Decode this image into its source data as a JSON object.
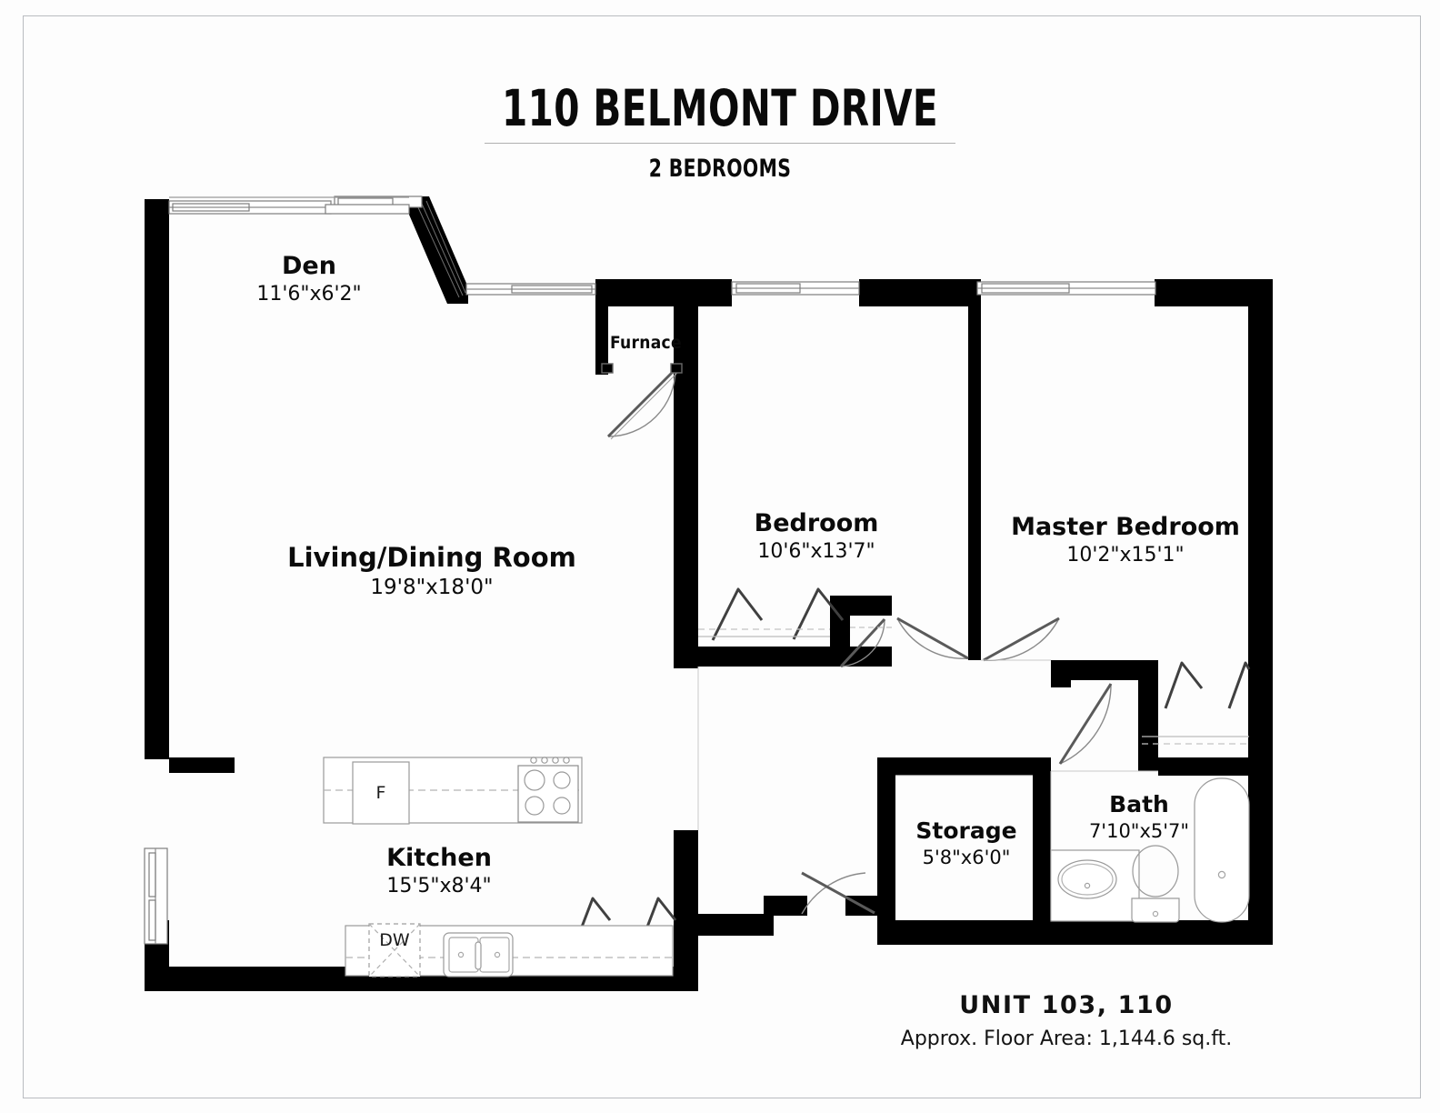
{
  "document": {
    "title": "110 BELMONT DRIVE",
    "subtitle": "2 BEDROOMS",
    "unit_line": "UNIT 103,  110",
    "area_line": "Approx. Floor Area: 1,144.6 sq.ft."
  },
  "rooms": [
    {
      "key": "den",
      "name": "Den",
      "dimensions": "11'6\"x6'2\""
    },
    {
      "key": "living",
      "name": "Living/Dining Room",
      "dimensions": "19'8\"x18'0\""
    },
    {
      "key": "bedroom",
      "name": "Bedroom",
      "dimensions": "10'6\"x13'7\""
    },
    {
      "key": "master",
      "name": "Master Bedroom",
      "dimensions": "10'2\"x15'1\""
    },
    {
      "key": "kitchen",
      "name": "Kitchen",
      "dimensions": "15'5\"x8'4\""
    },
    {
      "key": "storage",
      "name": "Storage",
      "dimensions": "5'8\"x6'0\""
    },
    {
      "key": "bath",
      "name": "Bath",
      "dimensions": "7'10\"x5'7\""
    }
  ],
  "annotations": {
    "furnace": "Furnace",
    "fridge": "F",
    "dishwasher": "DW"
  },
  "colors": {
    "wall": "#000000",
    "background": "#fdfdfd",
    "frame_border": "#b9bcc0",
    "fixture_line": "#8a8a8a",
    "text": "#0b0b0b"
  }
}
